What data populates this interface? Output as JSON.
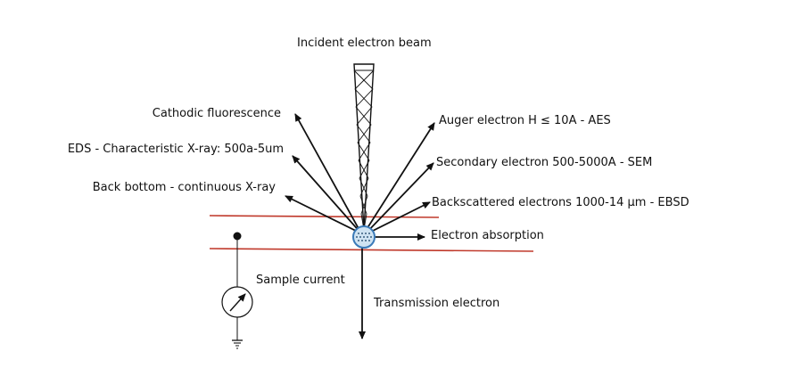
{
  "diagram": {
    "labels": {
      "incident_beam": "Incident electron beam",
      "cathodic": "Cathodic fluorescence",
      "eds": "EDS - Characteristic X-ray: 500a-5um",
      "back_bottom": "Back bottom - continuous X-ray",
      "auger": "Auger electron H ≤ 10A - AES",
      "secondary": "Secondary electron 500-5000A - SEM",
      "backscattered": "Backscattered electrons 1000-14 µm - EBSD",
      "absorption": "Electron absorption",
      "sample_current": "Sample current",
      "transmission": "Transmission electron"
    },
    "colors": {
      "ink": "#111111",
      "sample_boundary": "#c0392b",
      "spot_fill": "#cfe3f2",
      "spot_stroke": "#3a7ab8"
    }
  }
}
